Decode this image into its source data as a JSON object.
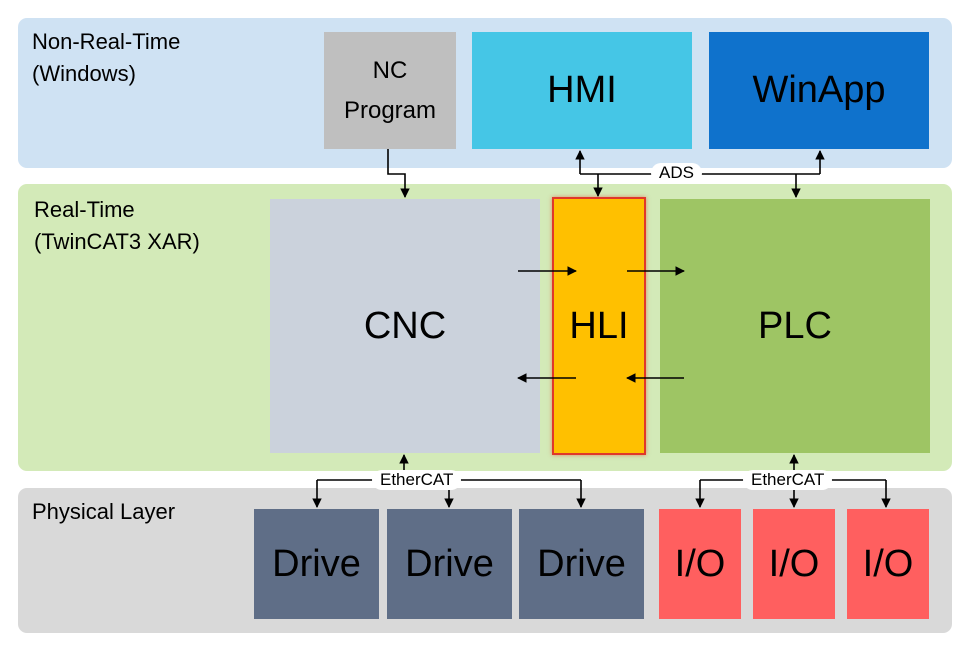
{
  "colors": {
    "non_realtime_bg": "#cfe2f3",
    "realtime_bg": "#d3eab8",
    "physical_bg": "#d9d9d9",
    "nc_program": "#bfbfbf",
    "hmi": "#45c6e6",
    "winapp": "#0f72cc",
    "cnc": "#cbd2dc",
    "hli": "#ffc000",
    "hli_border": "#e0382a",
    "plc": "#9ec564",
    "drive": "#5f6e87",
    "io": "#ff5f5f"
  },
  "layers": {
    "non_realtime": {
      "line1": "Non-Real-Time",
      "line2": "(Windows)"
    },
    "realtime": {
      "line1": "Real-Time",
      "line2": "(TwinCAT3 XAR)"
    },
    "physical": {
      "line1": "Physical Layer"
    }
  },
  "blocks": {
    "nc_program": {
      "line1": "NC",
      "line2": "Program"
    },
    "hmi": "HMI",
    "winapp": "WinApp",
    "cnc": "CNC",
    "hli": "HLI",
    "plc": "PLC",
    "drives": [
      "Drive",
      "Drive",
      "Drive"
    ],
    "ios": [
      "I/O",
      "I/O",
      "I/O"
    ]
  },
  "buses": {
    "ads": "ADS",
    "ethercat_drives": "EtherCAT",
    "ethercat_io": "EtherCAT"
  }
}
